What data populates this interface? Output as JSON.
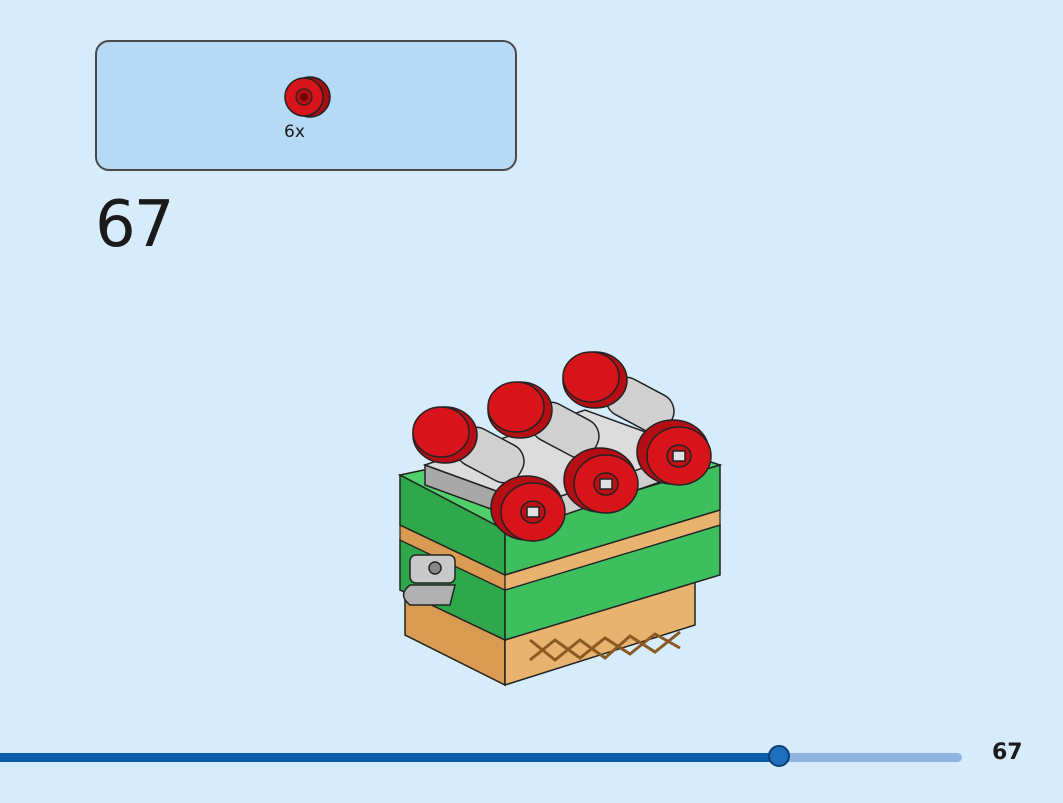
{
  "parts_list": {
    "items": [
      {
        "icon": "red-wheel-icon",
        "quantity": "6x"
      }
    ]
  },
  "step": {
    "number": "67"
  },
  "progress": {
    "fraction": 0.81,
    "track_color": "#8fb4e2",
    "fill_color": "#0a5dab"
  },
  "page": {
    "number": "67"
  },
  "colors": {
    "background": "#d7ecfb",
    "parts_box": "#b6d9f5",
    "brick_green": "#3cbf5c",
    "brick_tan": "#e8b36f",
    "wheel_red": "#d7141a",
    "plate_gray": "#bdbdbd"
  }
}
